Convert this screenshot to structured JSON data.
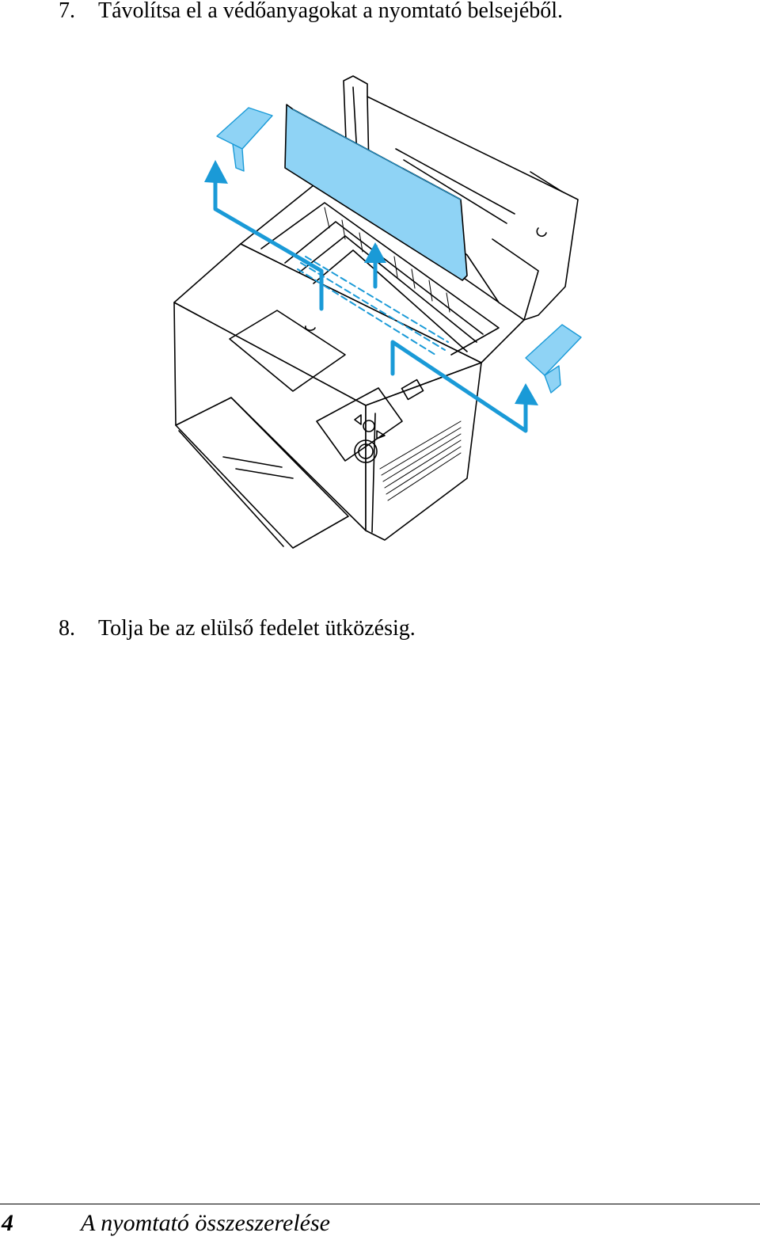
{
  "steps": [
    {
      "number": "7.",
      "text": "Távolítsa el a védőanyagokat a nyomtató belsejéből."
    },
    {
      "number": "8.",
      "text": "Tolja be az elülső fedelet ütközésig."
    }
  ],
  "footer": {
    "page_number": "4",
    "section_title": "A nyomtató összeszerelése"
  },
  "colors": {
    "highlight_fill": "#8fd3f5",
    "highlight_stroke": "#1a9ad7",
    "line": "#000000"
  },
  "icons": [
    "printer-illustration",
    "protective-material",
    "arrow-up-icon"
  ]
}
